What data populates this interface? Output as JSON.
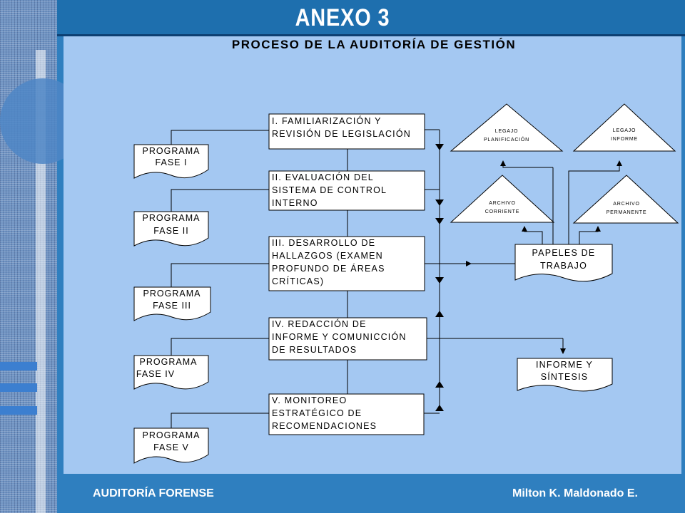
{
  "slide": {
    "title": "ANEXO 3",
    "subtitle": "PROCESO DE LA AUDITORÍA DE GESTIÓN",
    "footer_left": "AUDITORÍA FORENSE",
    "footer_right": "Milton K. Maldonado E."
  },
  "phases": [
    {
      "line1": "I. FAMILIARIZACIÓN Y",
      "line2": "REVISIÓN DE LEGISLACIÓN",
      "line3": "",
      "line4": ""
    },
    {
      "line1": "II. EVALUACIÓN DEL",
      "line2": "SISTEMA DE CONTROL",
      "line3": "INTERNO",
      "line4": ""
    },
    {
      "line1": "III. DESARROLLO DE",
      "line2": "HALLAZGOS (EXAMEN",
      "line3": "PROFUNDO DE ÁREAS",
      "line4": "CRÍTICAS)"
    },
    {
      "line1": "IV. REDACCIÓN DE",
      "line2": "INFORME Y COMUNICCIÓN",
      "line3": "DE RESULTADOS",
      "line4": ""
    },
    {
      "line1": "V. MONITOREO",
      "line2": "ESTRATÉGICO DE",
      "line3": "RECOMENDACIONES",
      "line4": ""
    }
  ],
  "programs": [
    {
      "line1": "PROGRAMA",
      "line2": "FASE I"
    },
    {
      "line1": "PROGRAMA",
      "line2": "FASE II"
    },
    {
      "line1": "PROGRAMA",
      "line2": "FASE III"
    },
    {
      "line1": "PROGRAMA",
      "line2": "FASE IV"
    },
    {
      "line1": "PROGRAMA",
      "line2": "FASE V"
    }
  ],
  "files": [
    {
      "line1": "LEGAJO",
      "line2": "PLANIFICACIÓN"
    },
    {
      "line1": "LEGAJO",
      "line2": "INFORME"
    },
    {
      "line1": "ARCHIVO",
      "line2": "CORRIENTE"
    },
    {
      "line1": "ARCHIVO",
      "line2": "PERMANENTE"
    }
  ],
  "papeles": {
    "line1": "PAPELES DE",
    "line2": "TRABAJO"
  },
  "informe": {
    "line1": "INFORME Y",
    "line2": "SÍNTESIS"
  }
}
